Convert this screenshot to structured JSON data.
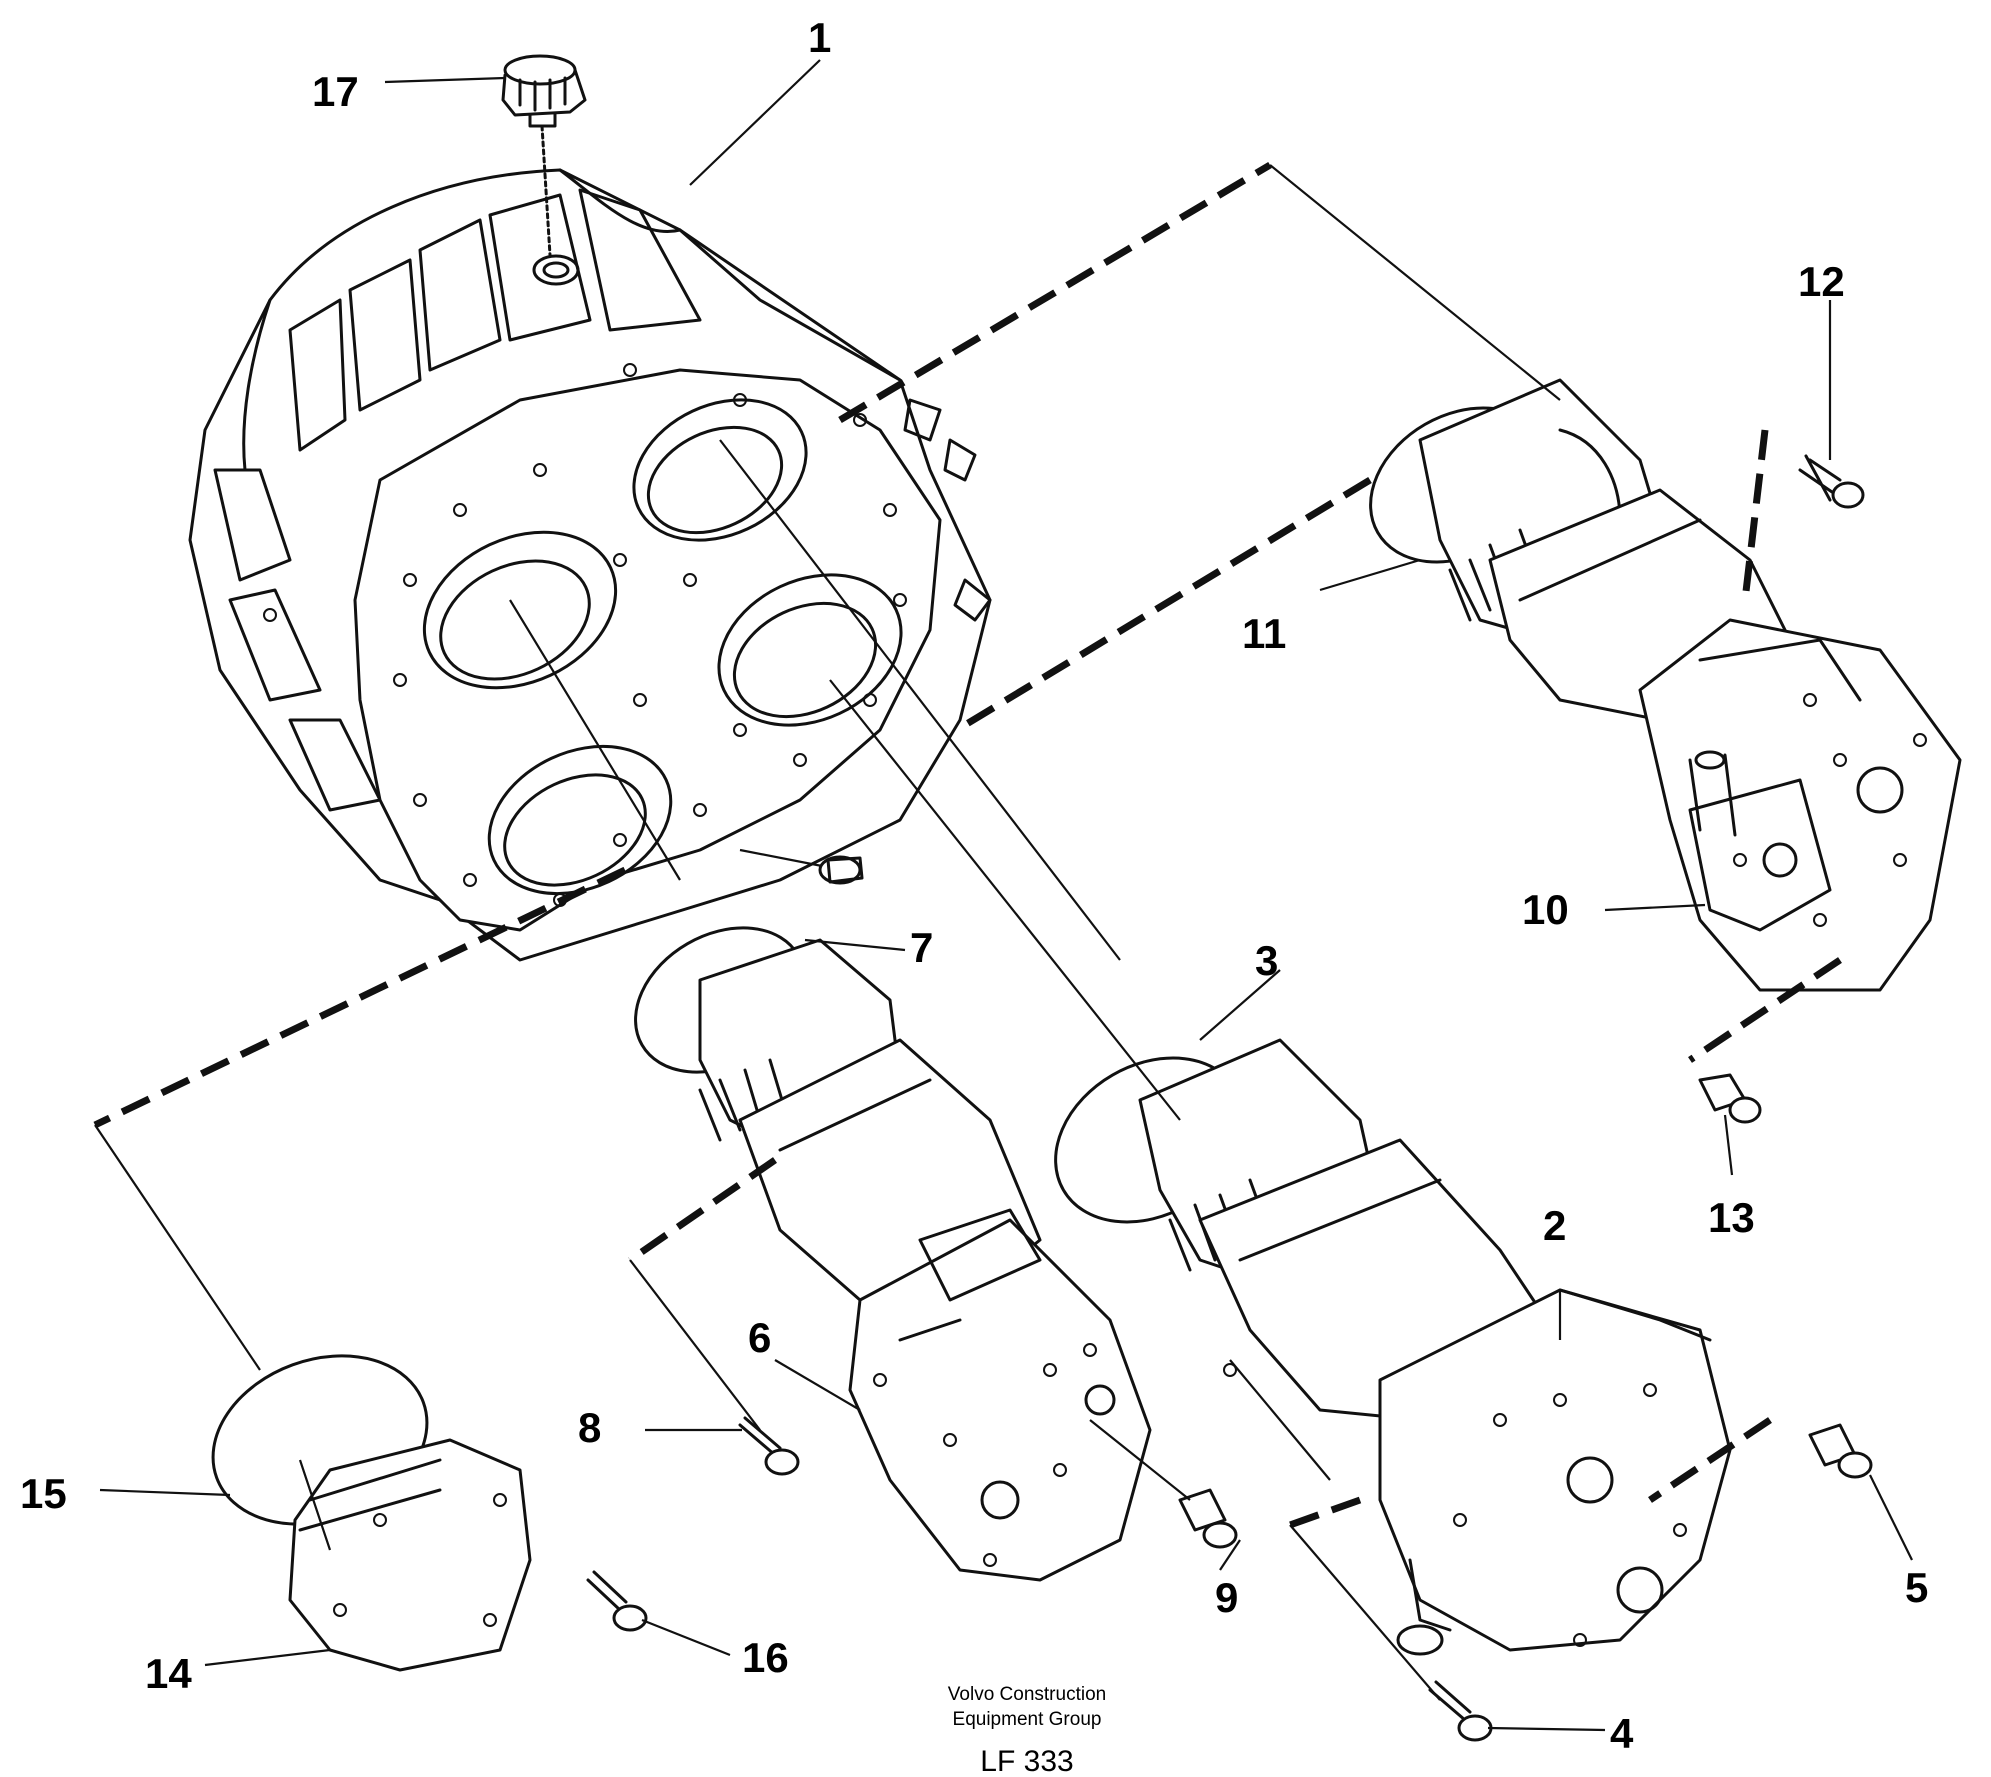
{
  "diagram": {
    "callouts": [
      "1",
      "2",
      "3",
      "4",
      "5",
      "6",
      "7",
      "8",
      "9",
      "10",
      "11",
      "12",
      "13",
      "14",
      "15",
      "16",
      "17"
    ],
    "footer": {
      "line1": "Volvo Construction",
      "line2": "Equipment Group",
      "code": "LF 333"
    }
  }
}
